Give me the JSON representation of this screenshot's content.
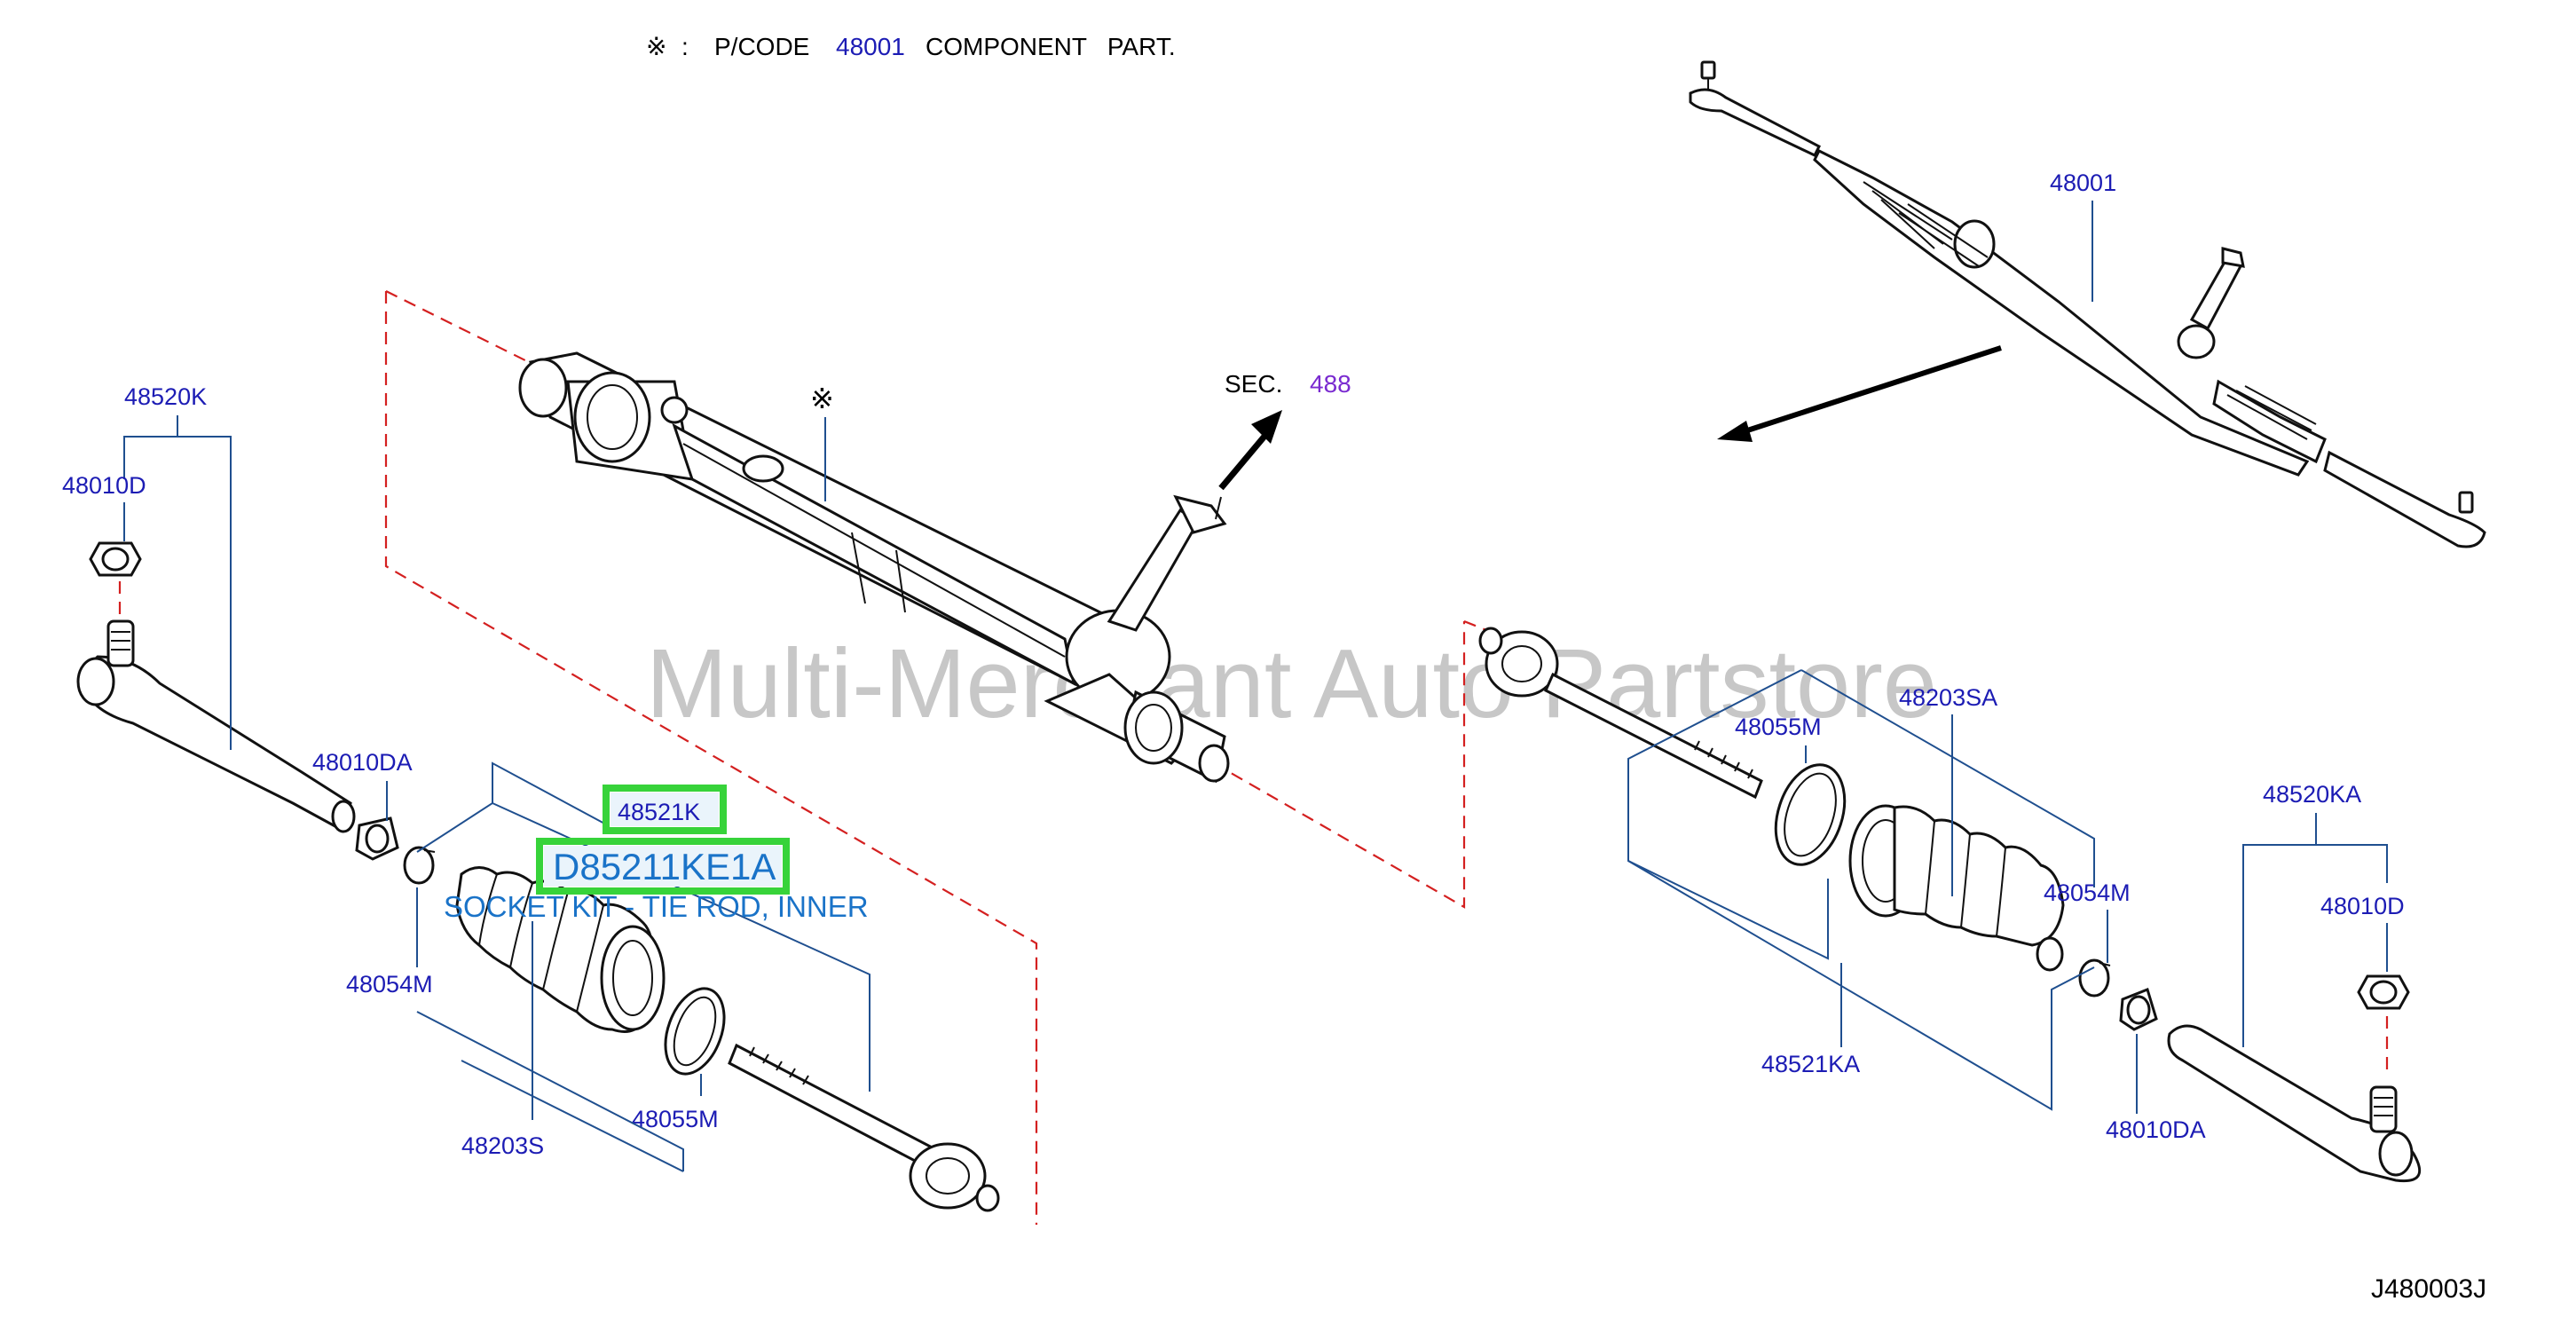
{
  "header": {
    "symbol": "※",
    "separator": ":",
    "pcode_label": "P/CODE",
    "pcode_value": "48001",
    "pcode_tail": "COMPONENT   PART."
  },
  "section_ref": {
    "prefix": "SEC.",
    "number": "488"
  },
  "asterisk_marker": "※",
  "watermark": "Multi-Merchant Auto Partstore",
  "highlight": {
    "part_number": "48521K",
    "code": "D85211KE1A",
    "description": "SOCKET KIT - TIE ROD, INNER"
  },
  "labels": {
    "p48520K": "48520K",
    "p48010D_left": "48010D",
    "p48010DA_left": "48010DA",
    "p48054M_left": "48054M",
    "p48203S": "48203S",
    "p48055M_left": "48055M",
    "p48001": "48001",
    "p48055M_right": "48055M",
    "p48203SA": "48203SA",
    "p48054M_right": "48054M",
    "p48520KA": "48520KA",
    "p48010D_right": "48010D",
    "p48521KA": "48521KA",
    "p48010DA_right": "48010DA"
  },
  "diagram_id": "J480003J"
}
